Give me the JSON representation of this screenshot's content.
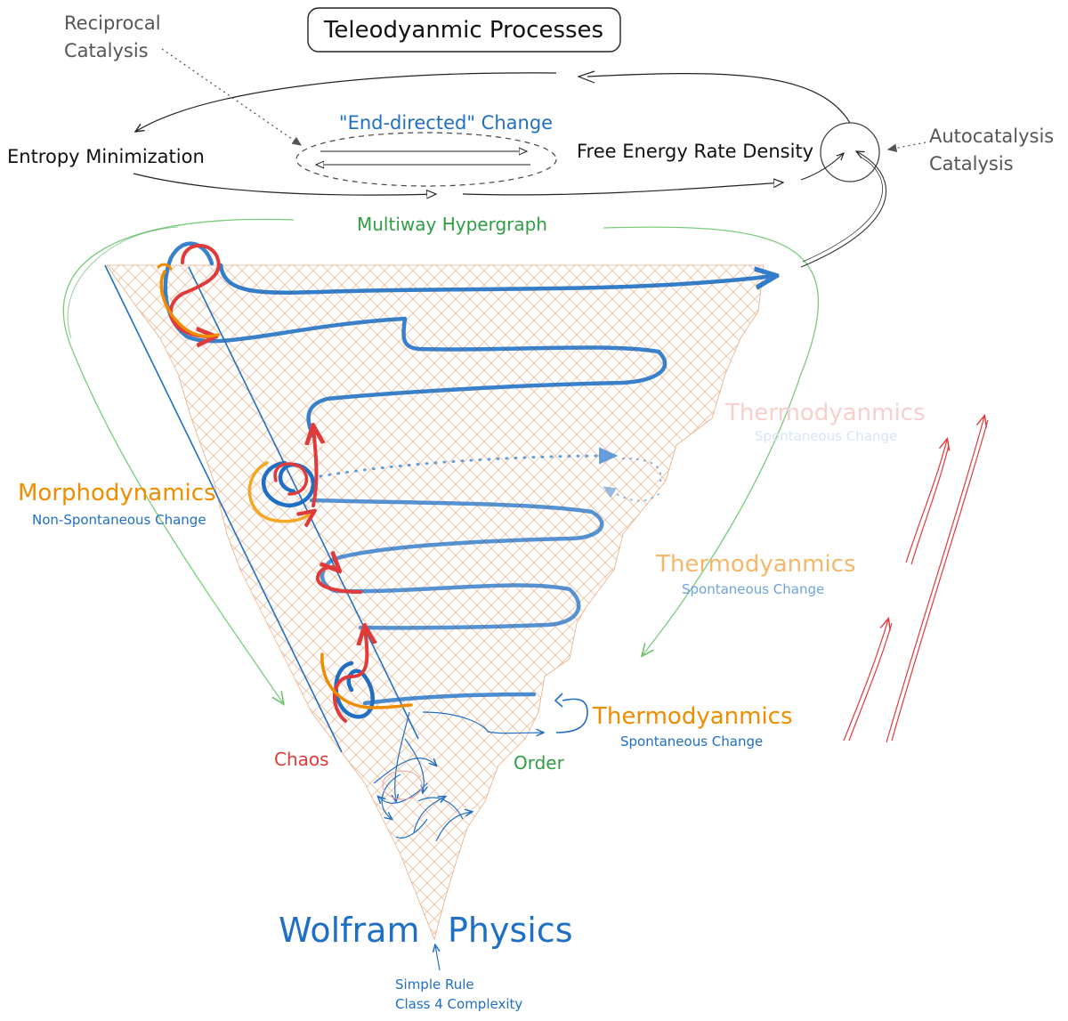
{
  "title": "Teleodyanmic Processes",
  "top": {
    "reciprocal_line1": "Reciprocal",
    "reciprocal_line2": "Catalysis",
    "end_directed": "\"End-directed\" Change",
    "entropy_min": "Entropy Minimization",
    "free_energy": "Free Energy Rate Density",
    "autocatalysis_line1": "Autocatalysis",
    "autocatalysis_line2": "Catalysis",
    "multiway": "Multiway Hypergraph"
  },
  "labels": {
    "morpho": "Morphodynamics",
    "morpho_sub": "Non-Spontaneous Change",
    "thermo_faint": "Thermodyanmics",
    "thermo_faint_sub": "Spontaneous Change",
    "thermo_mid": "Thermodyanmics",
    "thermo_mid_sub": "Spontaneous Change",
    "thermo_main": "Thermodyanmics",
    "thermo_main_sub": "Spontaneous Change",
    "chaos": "Chaos",
    "order": "Order",
    "wolfram1": "Wolfram",
    "wolfram2": "Physics",
    "simple_rule": "Simple Rule",
    "class4": "Class 4 Complexity"
  },
  "colors": {
    "blue": "#1f6fc4",
    "red": "#e03a3a",
    "orange": "#f08c00",
    "green": "#2f9e44",
    "grey": "#555555",
    "lattice": "#e8a87c"
  }
}
